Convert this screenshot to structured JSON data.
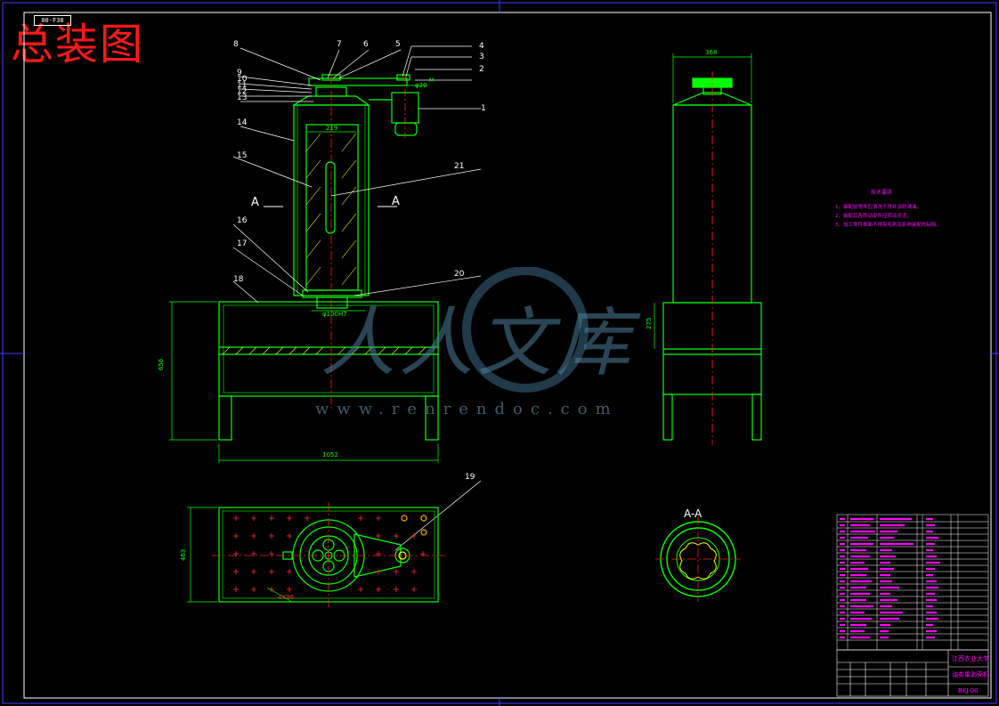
{
  "title": "总装图",
  "drawing_code": "00-F38",
  "dimensions": {
    "top_gap": "368",
    "inner_bore": "219",
    "flange": "φ100H7",
    "height_total": "656",
    "width_total": "1052",
    "side_height": "275",
    "plan_depth": "463",
    "small_d": "φ20",
    "small_m": "M",
    "holes": "4X96"
  },
  "section": {
    "mark": "A",
    "label": "A-A"
  },
  "balloons": [
    "1",
    "2",
    "3",
    "4",
    "5",
    "6",
    "7",
    "8",
    "9",
    "10",
    "11",
    "12",
    "13",
    "14",
    "15",
    "16",
    "17",
    "18",
    "19",
    "20",
    "21"
  ],
  "notes": {
    "heading": "技术要求",
    "lines": [
      "1、装配前零件应清洗干净并涂防锈油。",
      "2、装配后各转动部件应转动灵活。",
      "3、加工零件表面不得有毛刺及影响装配的缺陷。"
    ]
  },
  "title_block": {
    "school": "江西农业大学",
    "product": "油茶果剥壳机",
    "drawing_no": "BKJ-00"
  },
  "watermark": {
    "text": "人人文库",
    "url": "www.renrendoc.com"
  },
  "colors": {
    "line": "#00ff00",
    "center": "#ff2020",
    "magenta": "#ff00ff",
    "cyan": "#00ffff",
    "yellow": "#ffff00",
    "frame": "#2020ff",
    "white": "#ffffff"
  }
}
